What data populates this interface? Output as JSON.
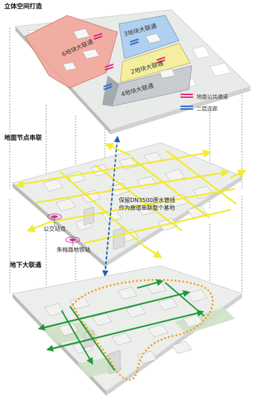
{
  "sections": {
    "top_title": "立体空间打造",
    "mid_title": "地面节点串联",
    "bottom_title": "地下大联通"
  },
  "top_layer": {
    "zone6_label": "6地块大联通",
    "zone3_label": "3地块大联通",
    "zone2_label": "2地块大联通",
    "zone4_label": "4地块大联通",
    "colors": {
      "zone6": "#f2a79c",
      "zone3": "#a9cdee",
      "zone2": "#f4ee9a",
      "zone4": "#c6c9cf"
    }
  },
  "legend": {
    "ground_passage": "地面公共通道",
    "second_floor_link": "二层连廊",
    "ground_color": "#e0287a",
    "link_color": "#2d6fd0"
  },
  "middle_layer": {
    "pipe_note_line1": "保留DN3500原水管线",
    "pipe_note_line2": "作为廊道串联整个基地",
    "bus_stop": "公交站点",
    "metro_station": "朱梅路地铁站",
    "axis_color": "#f3e928",
    "pipe_color": "#1f5fb3"
  },
  "bottom_layer": {
    "loop_color": "#f0a020",
    "arrow_color": "#1f9a3a"
  }
}
